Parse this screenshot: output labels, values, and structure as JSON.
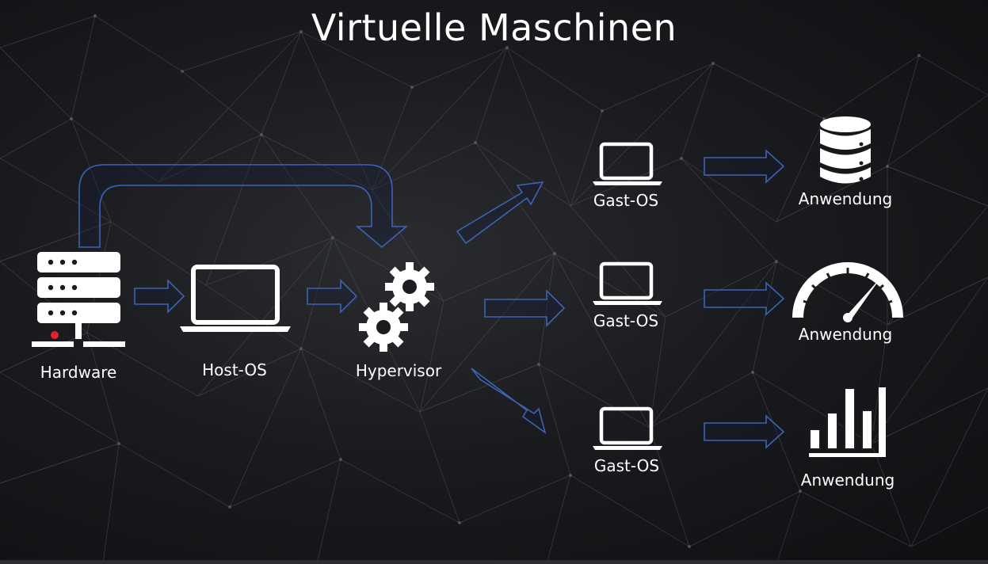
{
  "title": "Virtuelle Maschinen",
  "nodes": {
    "hardware": "Hardware",
    "host_os": "Host-OS",
    "hypervisor": "Hypervisor",
    "guests": [
      {
        "os_label": "Gast-OS",
        "app_label": "Anwendung",
        "app_icon": "database-icon"
      },
      {
        "os_label": "Gast-OS",
        "app_label": "Anwendung",
        "app_icon": "speedometer-icon"
      },
      {
        "os_label": "Gast-OS",
        "app_label": "Anwendung",
        "app_icon": "bar-chart-icon"
      }
    ]
  },
  "colors": {
    "arrow_stroke": "#3d63b5",
    "icon_fill": "#ffffff",
    "hardware_led": "#e0242a",
    "text": "#ffffff"
  }
}
